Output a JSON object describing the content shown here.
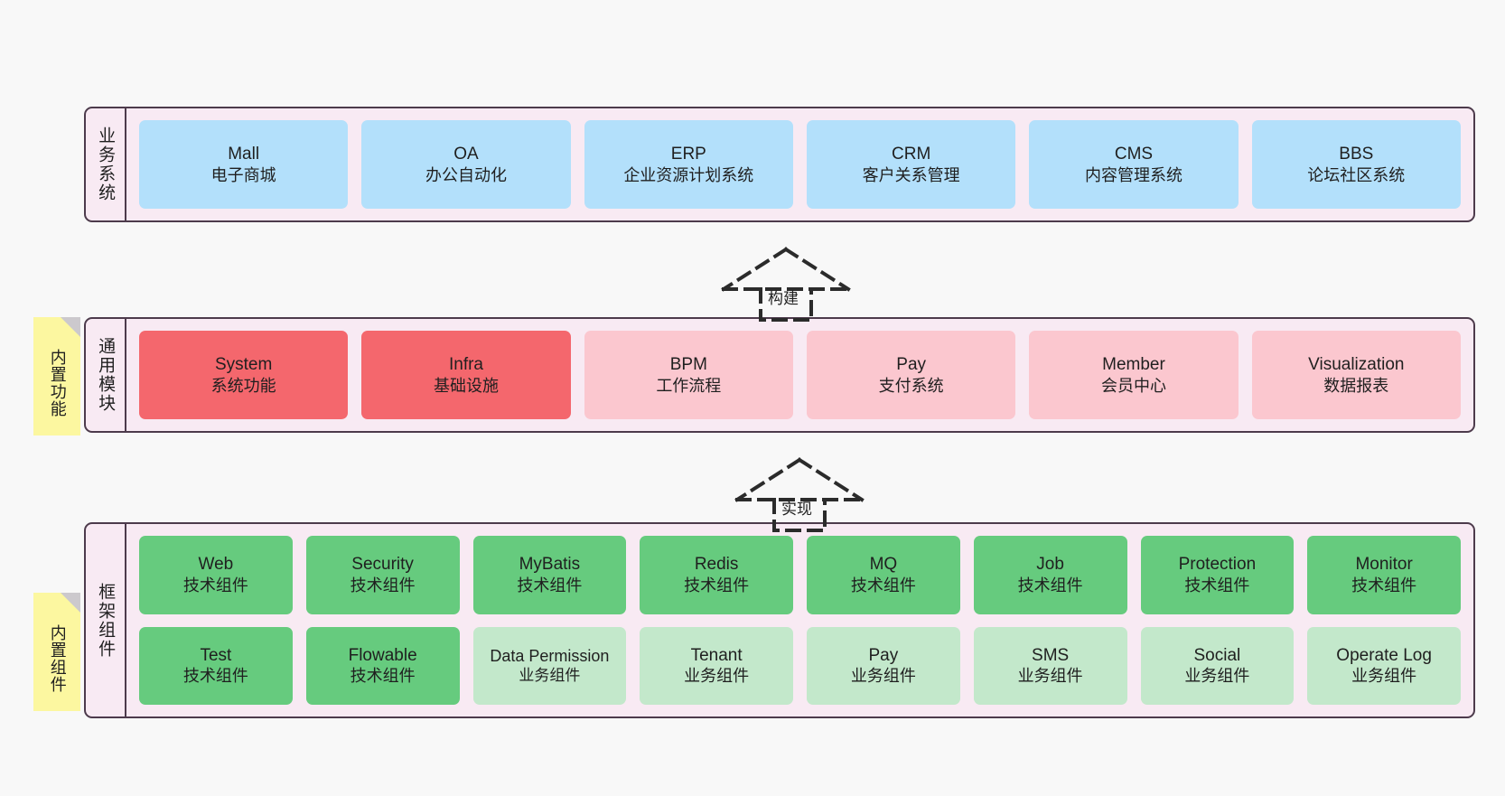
{
  "diagram": {
    "title": "",
    "background": "#f8f8f8",
    "panel_fill": "#f8eaf3",
    "panel_border": "#4d3b4c",
    "note_fill": "#fcf7a0"
  },
  "layers": [
    {
      "key": "business",
      "label": "业务系统",
      "note": null,
      "rows": [
        [
          {
            "title": "Mall",
            "sub": "电子商城",
            "color": "#b3e0fb",
            "style": "c-blue"
          },
          {
            "title": "OA",
            "sub": "办公自动化",
            "color": "#b3e0fb",
            "style": "c-blue"
          },
          {
            "title": "ERP",
            "sub": "企业资源计划系统",
            "color": "#b3e0fb",
            "style": "c-blue"
          },
          {
            "title": "CRM",
            "sub": "客户关系管理",
            "color": "#b3e0fb",
            "style": "c-blue"
          },
          {
            "title": "CMS",
            "sub": "内容管理系统",
            "color": "#b3e0fb",
            "style": "c-blue"
          },
          {
            "title": "BBS",
            "sub": "论坛社区系统",
            "color": "#b3e0fb",
            "style": "c-blue"
          }
        ]
      ]
    },
    {
      "key": "common",
      "label": "通用模块",
      "note": "内置功能",
      "rows": [
        [
          {
            "title": "System",
            "sub": "系统功能",
            "color": "#f4676d",
            "style": "c-red"
          },
          {
            "title": "Infra",
            "sub": "基础设施",
            "color": "#f4676d",
            "style": "c-red"
          },
          {
            "title": "BPM",
            "sub": "工作流程",
            "color": "#fbc7cf",
            "style": "c-pink"
          },
          {
            "title": "Pay",
            "sub": "支付系统",
            "color": "#fbc7cf",
            "style": "c-pink"
          },
          {
            "title": "Member",
            "sub": "会员中心",
            "color": "#fbc7cf",
            "style": "c-pink"
          },
          {
            "title": "Visualization",
            "sub": "数据报表",
            "color": "#fbc7cf",
            "style": "c-pink"
          }
        ]
      ]
    },
    {
      "key": "framework",
      "label": "框架组件",
      "note": "内置组件",
      "rows": [
        [
          {
            "title": "Web",
            "sub": "技术组件",
            "color": "#66cb7e",
            "style": "c-green"
          },
          {
            "title": "Security",
            "sub": "技术组件",
            "color": "#66cb7e",
            "style": "c-green"
          },
          {
            "title": "MyBatis",
            "sub": "技术组件",
            "color": "#66cb7e",
            "style": "c-green"
          },
          {
            "title": "Redis",
            "sub": "技术组件",
            "color": "#66cb7e",
            "style": "c-green"
          },
          {
            "title": "MQ",
            "sub": "技术组件",
            "color": "#66cb7e",
            "style": "c-green"
          },
          {
            "title": "Job",
            "sub": "技术组件",
            "color": "#66cb7e",
            "style": "c-green"
          },
          {
            "title": "Protection",
            "sub": "技术组件",
            "color": "#66cb7e",
            "style": "c-green"
          },
          {
            "title": "Monitor",
            "sub": "技术组件",
            "color": "#66cb7e",
            "style": "c-green"
          }
        ],
        [
          {
            "title": "Test",
            "sub": "技术组件",
            "color": "#66cb7e",
            "style": "c-green"
          },
          {
            "title": "Flowable",
            "sub": "技术组件",
            "color": "#66cb7e",
            "style": "c-green"
          },
          {
            "title": "Data Permission",
            "sub": "业务组件",
            "color": "#c3e8cb",
            "style": "c-lightgreen"
          },
          {
            "title": "Tenant",
            "sub": "业务组件",
            "color": "#c3e8cb",
            "style": "c-lightgreen"
          },
          {
            "title": "Pay",
            "sub": "业务组件",
            "color": "#c3e8cb",
            "style": "c-lightgreen"
          },
          {
            "title": "SMS",
            "sub": "业务组件",
            "color": "#c3e8cb",
            "style": "c-lightgreen"
          },
          {
            "title": "Social",
            "sub": "业务组件",
            "color": "#c3e8cb",
            "style": "c-lightgreen"
          },
          {
            "title": "Operate Log",
            "sub": "业务组件",
            "color": "#c3e8cb",
            "style": "c-lightgreen"
          }
        ]
      ]
    }
  ],
  "connectors": [
    {
      "key": "build",
      "label": "构建",
      "from": "common",
      "to": "business"
    },
    {
      "key": "implement",
      "label": "实现",
      "from": "framework",
      "to": "common"
    }
  ]
}
